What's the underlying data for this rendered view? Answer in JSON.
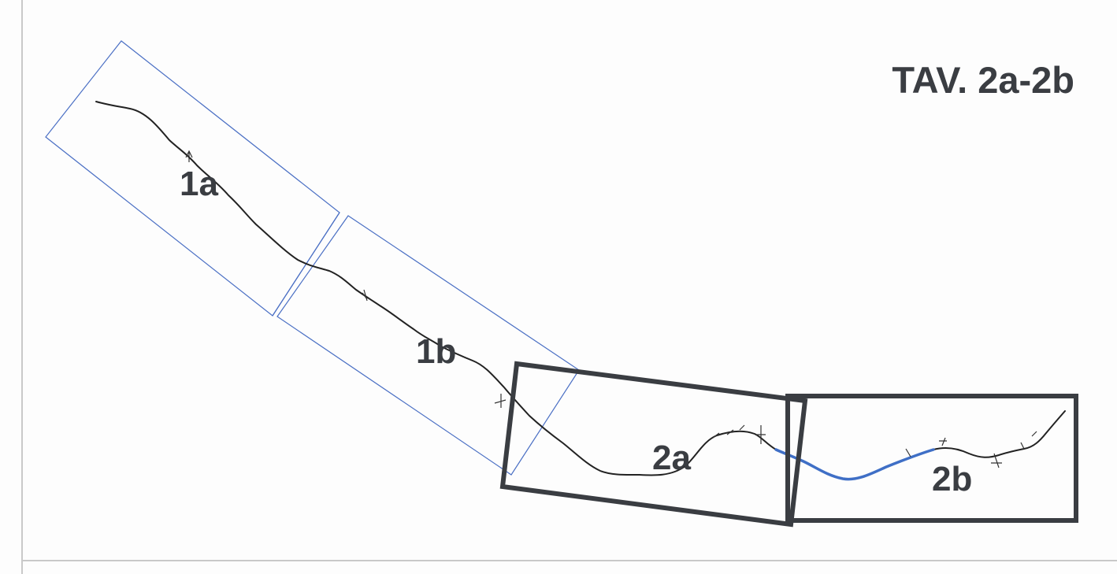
{
  "title": "TAV. 2a-2b",
  "sections": [
    {
      "id": "1a",
      "label": "1a",
      "frame": "thin"
    },
    {
      "id": "1b",
      "label": "1b",
      "frame": "thin"
    },
    {
      "id": "2a",
      "label": "2a",
      "frame": "thick"
    },
    {
      "id": "2b",
      "label": "2b",
      "frame": "thick"
    }
  ],
  "colors": {
    "thin_frame": "#4a6fc4",
    "thick_frame": "#3a3d42",
    "river": "#222222",
    "river_highlight": "#3f6fc6",
    "label": "#3a3d42"
  }
}
